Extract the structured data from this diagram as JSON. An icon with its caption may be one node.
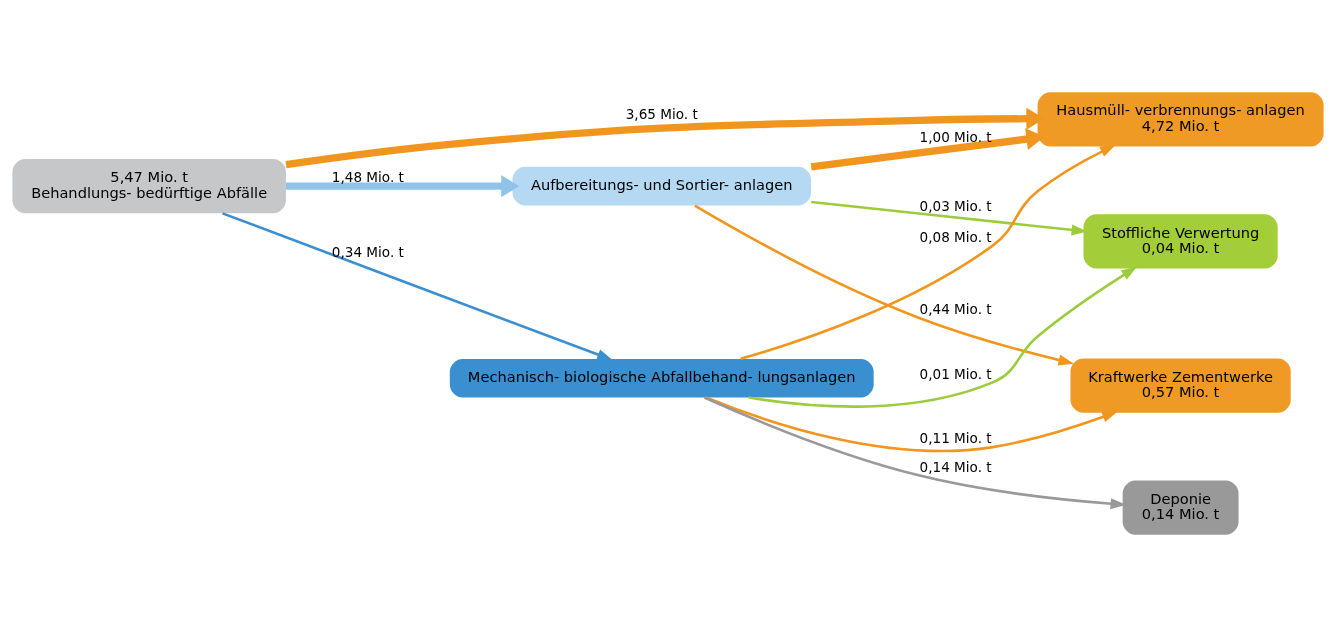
{
  "diagram": {
    "nodes": [
      {
        "text": [
          "5,47 Mio. t",
          "Behandlungs- bedürftige Abfälle"
        ]
      },
      {
        "text": [
          "Aufbereitungs- und Sortier- anlagen"
        ]
      },
      {
        "text": [
          "Stoffliche Verwertung",
          "0,04 Mio. t"
        ]
      },
      {
        "text": [
          "Hausmüll- verbrennungs- anlagen",
          "4,72 Mio. t"
        ]
      },
      {
        "text": [
          "Kraftwerke Zementwerke",
          "0,57 Mio. t"
        ]
      },
      {
        "text": [
          "Mechanisch- biologische Abfallbehand- lungsanlagen"
        ]
      },
      {
        "text": [
          "Deponie",
          "0,14 Mio. t"
        ]
      }
    ],
    "edges": [
      {
        "from": 0,
        "to": 1,
        "arrow": "to",
        "label": "1,48 Mio. t",
        "style": "thick",
        "color": "#8fc3ea"
      },
      {
        "from": 0,
        "to": 3,
        "arrow": "to",
        "label": "3,65 Mio. t",
        "style": "thick"
      },
      {
        "from": 0,
        "to": 5,
        "arrow": "to",
        "label": "0,34 Mio. t",
        "color": "#3a8fd0"
      },
      {
        "from": 1,
        "to": 2,
        "arrow": "to",
        "label": "0,03 Mio. t",
        "color": "#9ccc3c"
      },
      {
        "from": 1,
        "to": 3,
        "arrow": "to",
        "label": "1,00 Mio. t",
        "style": "thick"
      },
      {
        "from": 1,
        "to": 4,
        "arrow": "to",
        "label": "0,44 Mio. t"
      },
      {
        "from": 5,
        "to": 6,
        "arrow": "to",
        "label": "0,14 Mio. t",
        "color": "#999999"
      },
      {
        "from": 5,
        "to": 3,
        "arrow": "to",
        "label": "0,08 Mio. t"
      },
      {
        "from": 5,
        "to": 4,
        "arrow": "to",
        "label": "0,11 Mio. t"
      },
      {
        "from": 5,
        "to": 2,
        "arrow": "to",
        "label": "0,01 Mio. t",
        "color": "#9ccc3c"
      }
    ]
  }
}
